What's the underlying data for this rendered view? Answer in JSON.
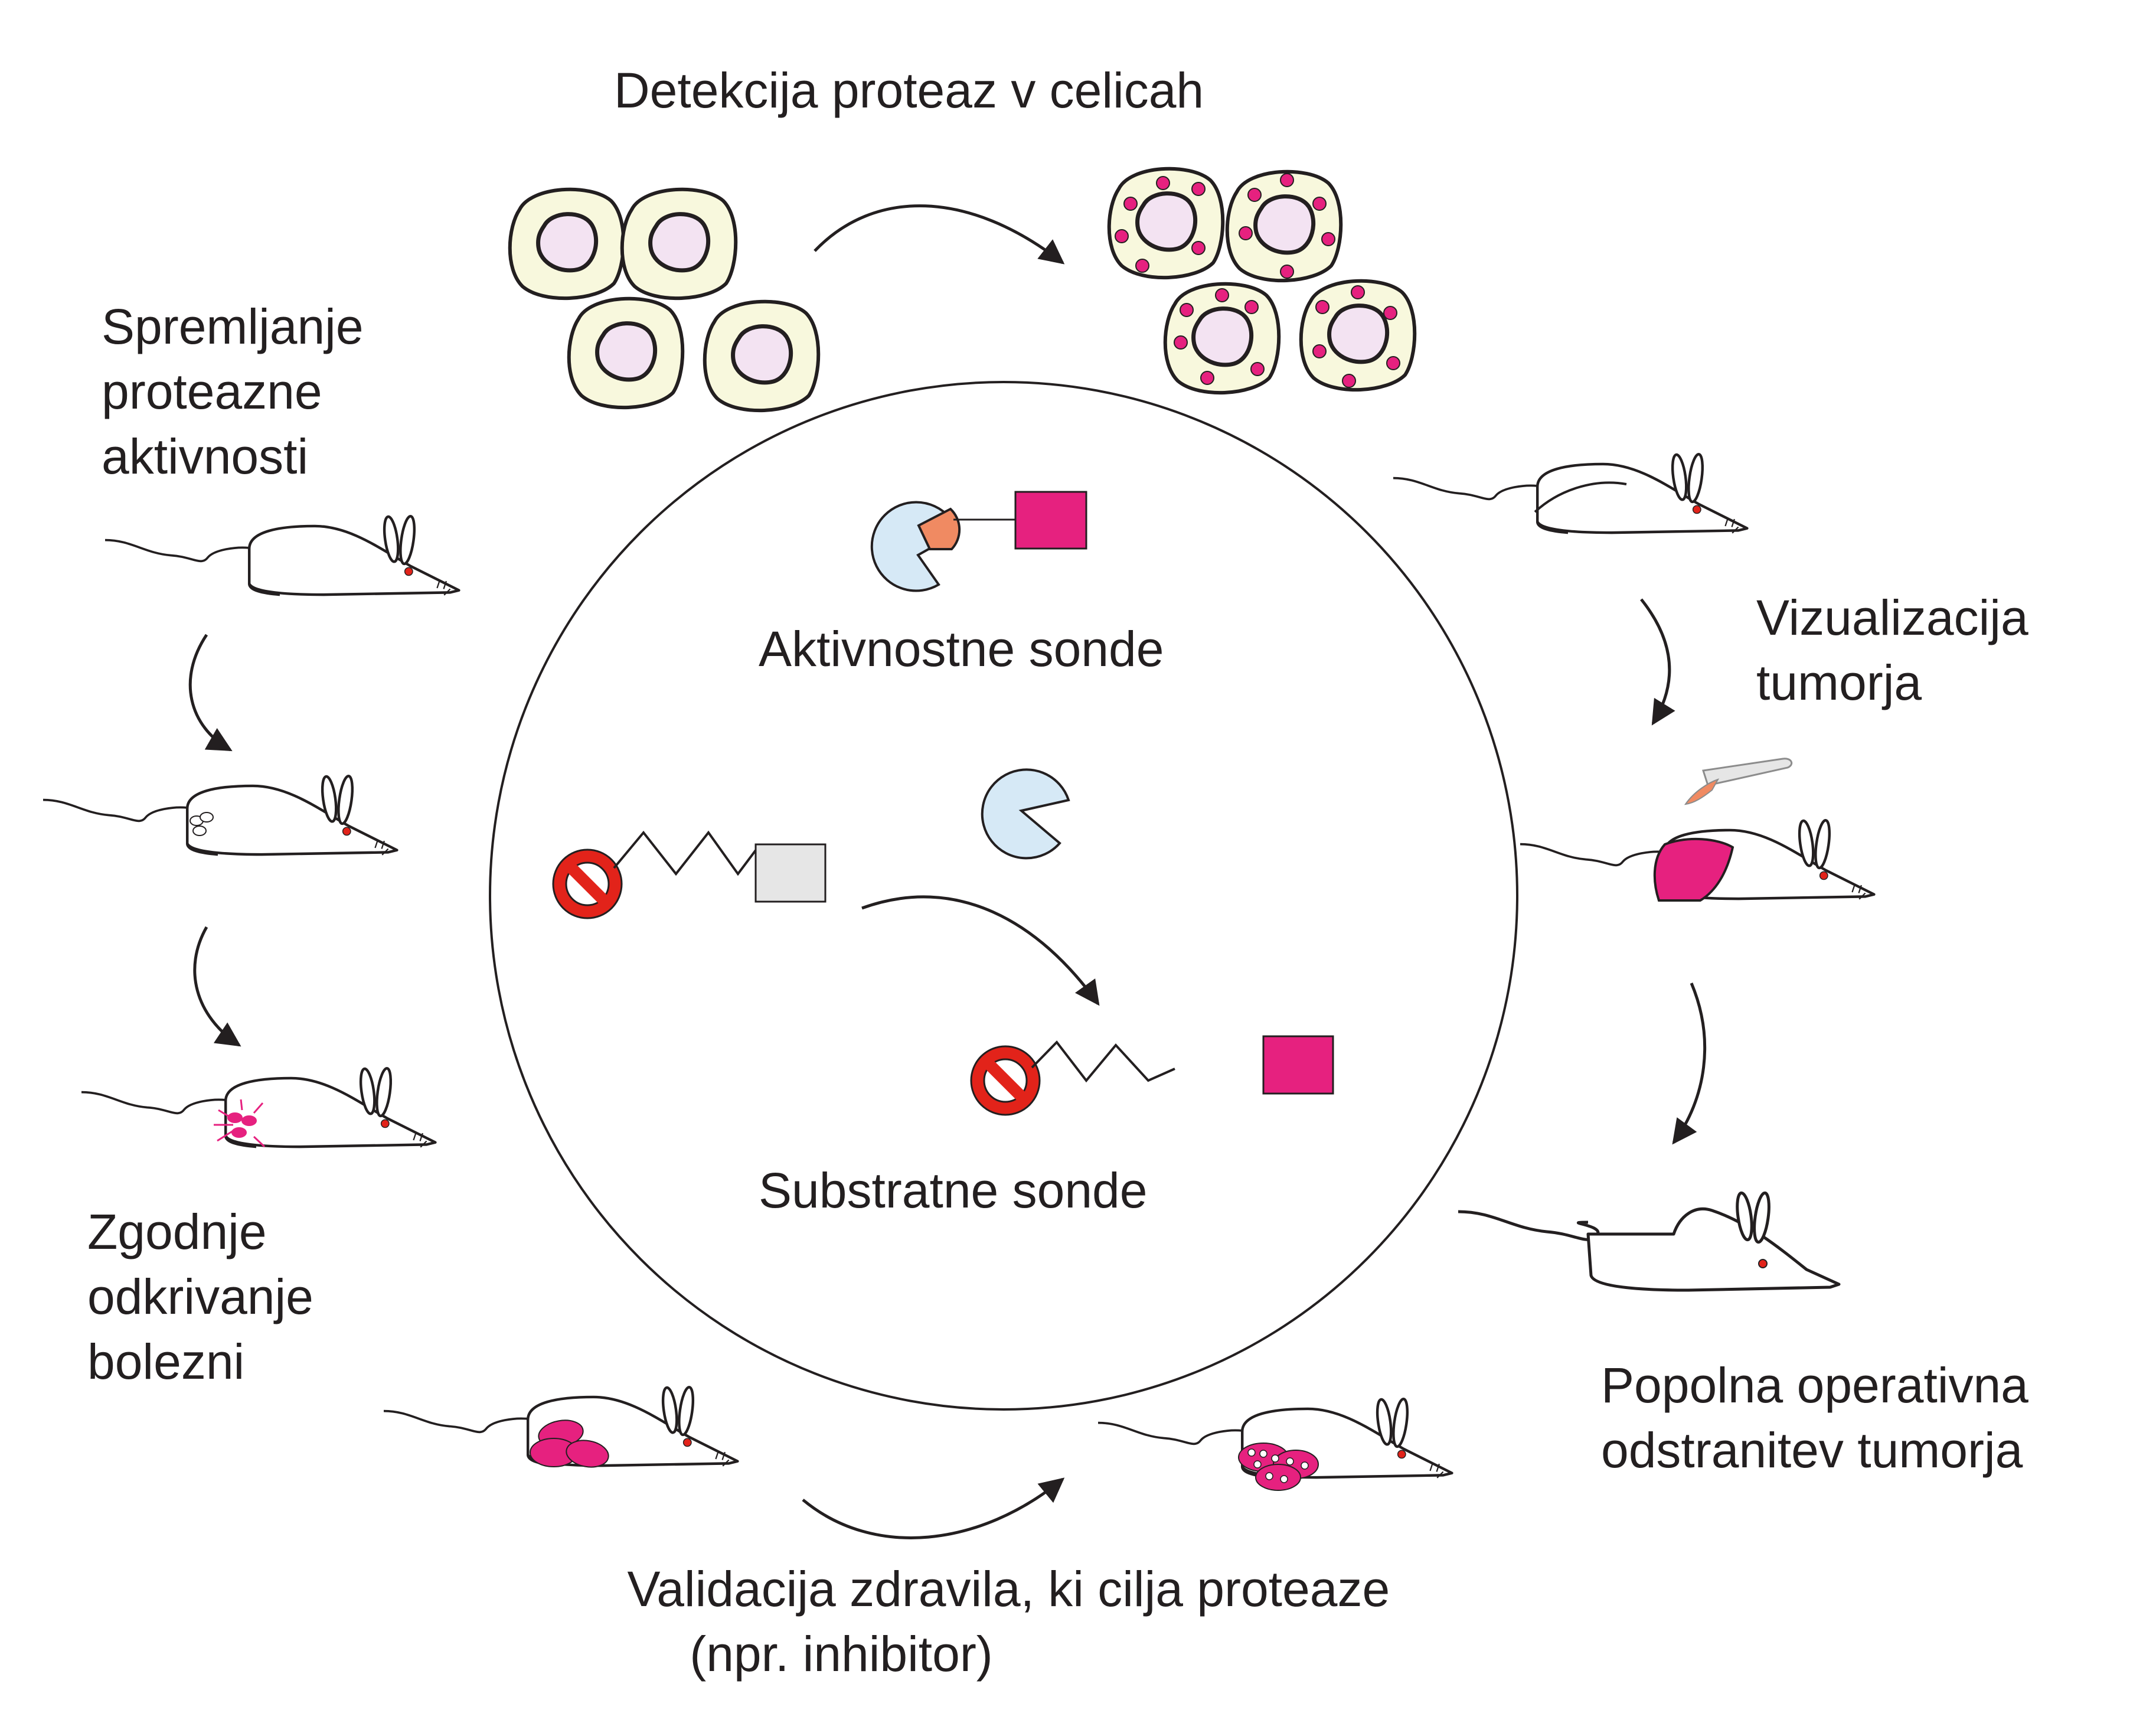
{
  "labels": {
    "top": "Detekcija proteaz v celicah",
    "left_top": [
      "Spremljanje",
      "proteazne",
      "aktivnosti"
    ],
    "left_bottom": [
      "Zgodnje",
      "odkrivanje",
      "bolezni"
    ],
    "right_top": [
      "Vizualizacija",
      "tumorja"
    ],
    "right_bottom": [
      "Popolna operativna",
      "odstranitev tumorja"
    ],
    "bottom": [
      "Validacija zdravila, ki cilja proteaze",
      "(npr. inhibitor)"
    ],
    "center_top": "Aktivnostne sonde",
    "center_bottom": "Substratne sonde"
  },
  "colors": {
    "magenta": "#e6217f",
    "cell_fill": "#f8f8dd",
    "nucleus_fill": "#f3e3f2",
    "enzyme_blue": "#d6e9f6",
    "enzyme_orange": "#f08a62",
    "block_red": "#e2231a",
    "grey_box": "#e6e6e6",
    "line": "#231f20"
  },
  "icons": {
    "cells": "cell-cluster-icon",
    "mouse": "mouse-icon",
    "scalpel": "scalpel-icon",
    "enzyme": "protease-enzyme-icon",
    "inhibitor": "inhibitor-block-icon"
  }
}
